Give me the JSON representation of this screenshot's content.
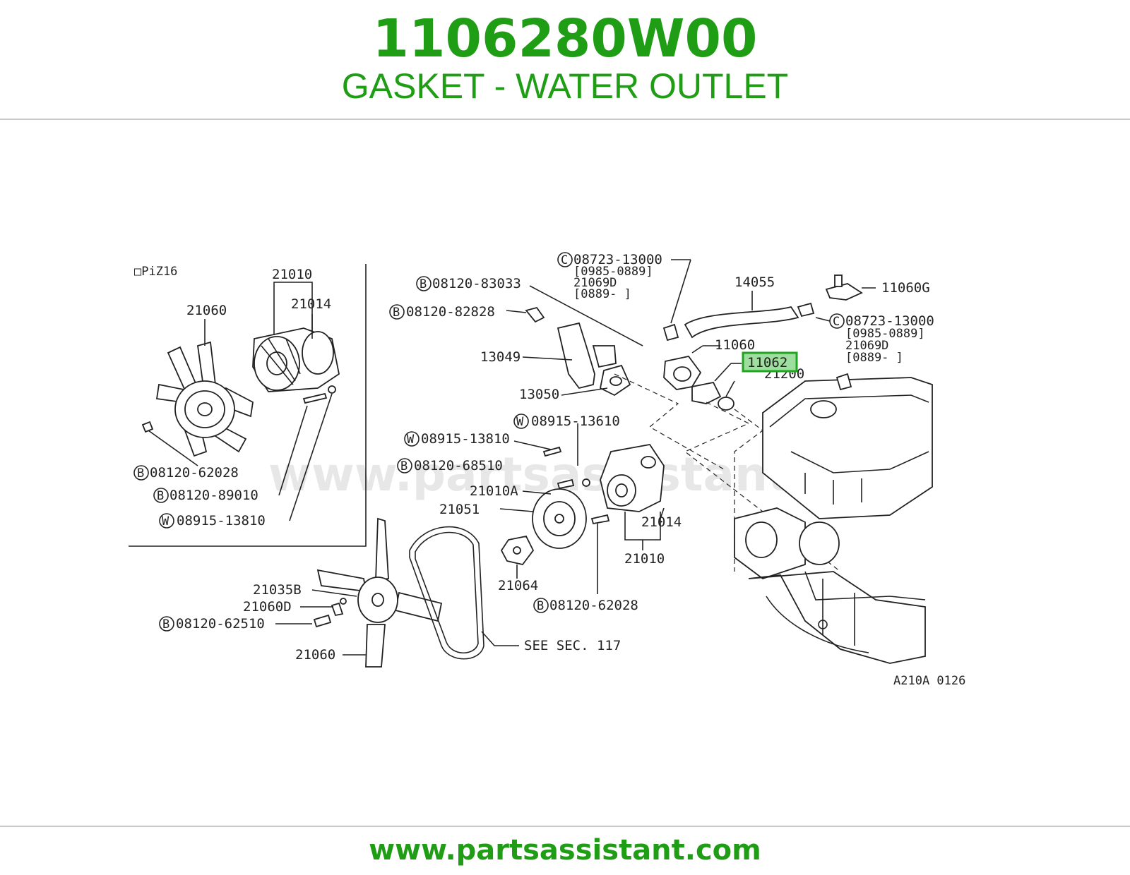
{
  "header": {
    "part_number": "1106280W00",
    "part_name": "GASKET - WATER OUTLET"
  },
  "diagram": {
    "ref_code": "A210A 0126",
    "inset_label": "□PiZ16",
    "watermark": "www.partsassistant.com",
    "highlight_color": "#1fa51f",
    "highlighted_label": "11062",
    "labels": {
      "l_21010_inset": "21010",
      "l_21014_inset": "21014",
      "l_21060_inset": "21060",
      "l_b08120_62028_inset": "08120-62028",
      "l_b08120_89010": "08120-89010",
      "l_w08915_13810_inset": "08915-13810",
      "l_b08120_83033": "08120-83033",
      "l_b08120_82828": "08120-82828",
      "l_13049": "13049",
      "l_13050": "13050",
      "l_c08723_13000_a": "08723-13000",
      "l_range_a1": "[0985-0889]",
      "l_21069d_a": "21069D",
      "l_range_a2": "[0889-    ]",
      "l_14055": "14055",
      "l_11060g": "11060G",
      "l_c08723_13000_b": "08723-13000",
      "l_range_b1": "[0985-0889]",
      "l_21069d_b": "21069D",
      "l_range_b2": "[0889-    ]",
      "l_11060": "11060",
      "l_21200": "21200",
      "l_w08915_13610": "08915-13610",
      "l_w08915_13810": "08915-13810",
      "l_b08120_68510": "08120-68510",
      "l_21010a": "21010A",
      "l_21051": "21051",
      "l_21014": "21014",
      "l_21010": "21010",
      "l_21064": "21064",
      "l_b08120_62028": "08120-62028",
      "l_21035b": "21035B",
      "l_21060d": "21060D",
      "l_b08120_62510": "08120-62510",
      "l_21060": "21060",
      "l_see_sec": "SEE  SEC. 117"
    },
    "badges": {
      "b": "B",
      "c": "C",
      "w": "W"
    }
  },
  "footer": {
    "url": "www.partsassistant.com"
  }
}
